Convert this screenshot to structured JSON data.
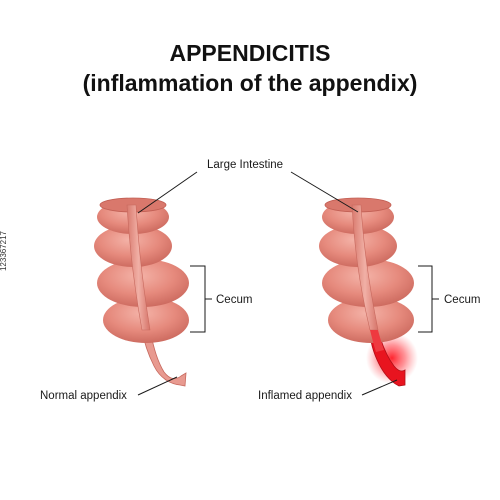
{
  "title": {
    "line1": "APPENDICITIS",
    "line2": "(inflammation of the appendix)"
  },
  "labels": {
    "large_intestine": "Large Intestine",
    "cecum_left": "Cecum",
    "cecum_right": "Cecum",
    "normal_appendix": "Normal appendix",
    "inflamed_appendix": "Inflamed appendix"
  },
  "side_id": "123367217",
  "colors": {
    "intestine_fill": "#e68a7d",
    "intestine_light": "#f2aea2",
    "intestine_dark": "#c25f54",
    "appendix_fill": "#e89a90",
    "inflammation_red": "#e8141f",
    "line": "#1a1a1a"
  }
}
